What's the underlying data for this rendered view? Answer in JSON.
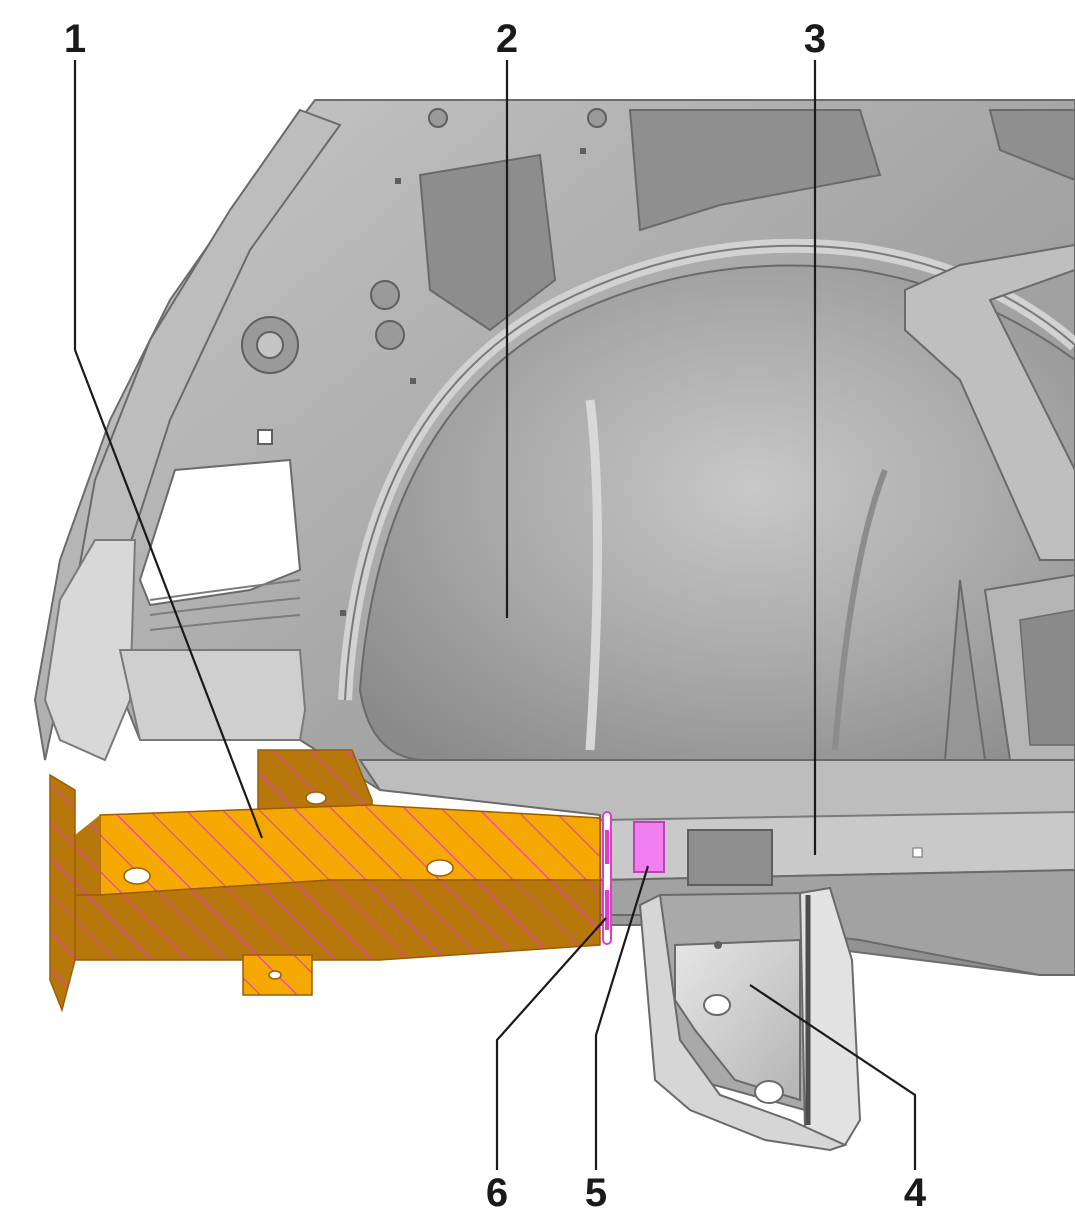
{
  "diagram": {
    "callouts": [
      {
        "id": "1",
        "label": "1"
      },
      {
        "id": "2",
        "label": "2"
      },
      {
        "id": "3",
        "label": "3"
      },
      {
        "id": "4",
        "label": "4"
      },
      {
        "id": "5",
        "label": "5"
      },
      {
        "id": "6",
        "label": "6"
      }
    ],
    "colors": {
      "body_panel": "#a9a9a9",
      "body_panel_light": "#cfcfcf",
      "body_panel_dark": "#7f7f7f",
      "highlight_part": "#f5a800",
      "hatch": "#e03cc8",
      "magenta_marker": "#f27ff0",
      "background": "#ffffff",
      "line": "#1a1a1a"
    }
  }
}
